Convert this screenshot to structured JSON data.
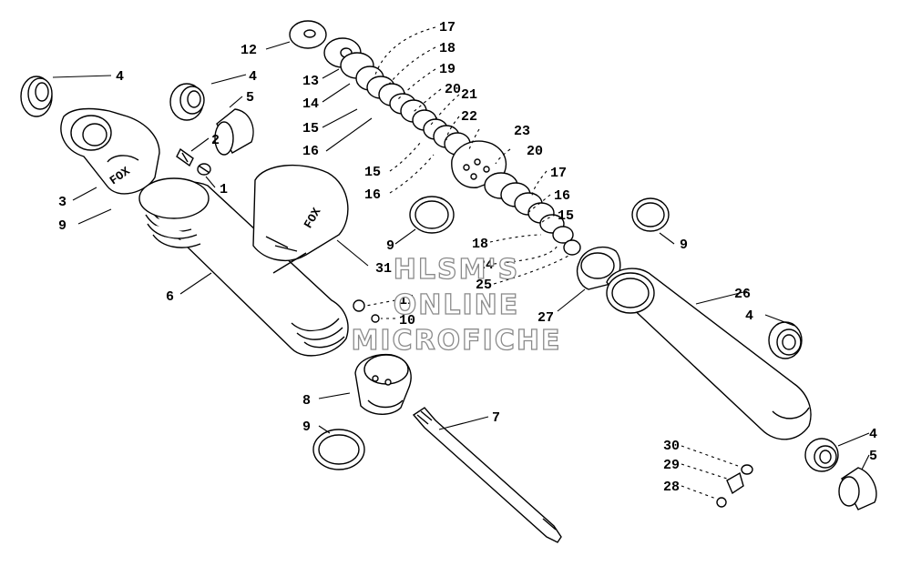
{
  "watermark": {
    "line1": "HLSM'S",
    "line2": "ONLINE",
    "line3": "MICROFICHE"
  },
  "body_marks": {
    "upper_eye_logo": "FOX",
    "reservoir_logo": "FOX"
  },
  "callouts": {
    "c1": "1",
    "c2": "2",
    "c3": "3",
    "c4a": "4",
    "c4b": "4",
    "c4c": "4",
    "c4d": "4",
    "c5a": "5",
    "c5b": "5",
    "c6": "6",
    "c7": "7",
    "c8": "8",
    "c9a": "9",
    "c9b": "9",
    "c9c": "9",
    "c9d": "9",
    "c10": "10",
    "c11": "11",
    "c12": "12",
    "c13": "13",
    "c14": "14",
    "c15a": "15",
    "c15b": "15",
    "c15c": "15",
    "c16a": "16",
    "c16b": "16",
    "c16c": "16",
    "c17a": "17",
    "c17b": "17",
    "c18a": "18",
    "c18b": "18",
    "c19": "19",
    "c20a": "20",
    "c20b": "20",
    "c21": "21",
    "c22": "22",
    "c23": "23",
    "c24": "24",
    "c25": "25",
    "c26": "26",
    "c27": "27",
    "c28": "28",
    "c29": "29",
    "c30": "30",
    "c31": "31"
  }
}
